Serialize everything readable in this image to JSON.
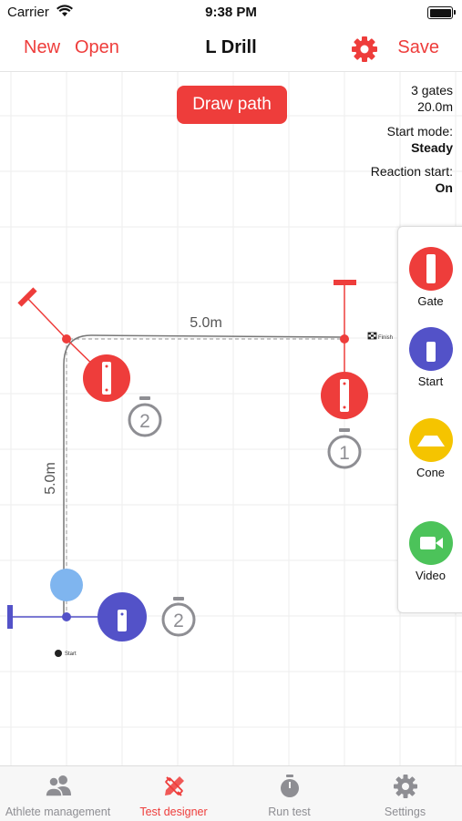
{
  "status": {
    "carrier": "Carrier",
    "time": "9:38 PM"
  },
  "nav": {
    "new_label": "New",
    "open_label": "Open",
    "title": "L Drill",
    "save_label": "Save"
  },
  "canvas": {
    "draw_path_label": "Draw path",
    "gates_count": "3 gates",
    "distance": "20.0m",
    "start_mode_label": "Start mode:",
    "start_mode_value": "Steady",
    "reaction_start_label": "Reaction start:",
    "reaction_start_value": "On",
    "segment_top_label": "5.0m",
    "segment_left_label": "5.0m",
    "gate_1_number": "1",
    "gate_2_number": "2",
    "start_gate_number": "2",
    "finish_label": "Finish",
    "start_label": "Start"
  },
  "palette": {
    "items": [
      {
        "label": "Gate",
        "color": "#ee3d3b"
      },
      {
        "label": "Start",
        "color": "#5352c8"
      },
      {
        "label": "Cone",
        "color": "#f5c400"
      },
      {
        "label": "Video",
        "color": "#4cc35a"
      }
    ]
  },
  "tabs": [
    {
      "label": "Athlete management",
      "icon": "people-icon"
    },
    {
      "label": "Test designer",
      "icon": "design-tools-icon"
    },
    {
      "label": "Run test",
      "icon": "stopwatch-icon"
    },
    {
      "label": "Settings",
      "icon": "gear-icon"
    }
  ],
  "colors": {
    "accent": "#ee3d3b",
    "start_blue": "#5352c8",
    "athlete_blue": "#7fb5ef",
    "inactive": "#8e8e93"
  }
}
